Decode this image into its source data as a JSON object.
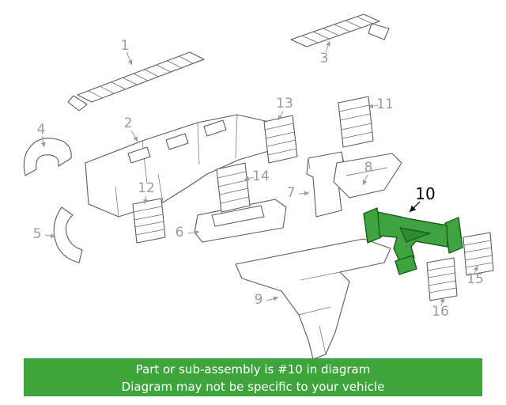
{
  "banner": {
    "line1": "Part or sub-assembly is #10 in diagram",
    "line2": "Diagram may not be specific to your vehicle",
    "background_color": "#3da53b",
    "text_color": "#ffffff"
  },
  "diagram": {
    "highlighted_part": "10",
    "highlight_fill": "#3fa33f",
    "highlight_stroke": "#1b5e20",
    "line_color": "#5b5b5b",
    "label_color": "#9b9b9b",
    "highlight_label_color": "#000000",
    "labels": [
      {
        "id": "1"
      },
      {
        "id": "2"
      },
      {
        "id": "3"
      },
      {
        "id": "4"
      },
      {
        "id": "5"
      },
      {
        "id": "6"
      },
      {
        "id": "7"
      },
      {
        "id": "8"
      },
      {
        "id": "9"
      },
      {
        "id": "10"
      },
      {
        "id": "11"
      },
      {
        "id": "12"
      },
      {
        "id": "13"
      },
      {
        "id": "14"
      },
      {
        "id": "15"
      },
      {
        "id": "16"
      }
    ]
  }
}
